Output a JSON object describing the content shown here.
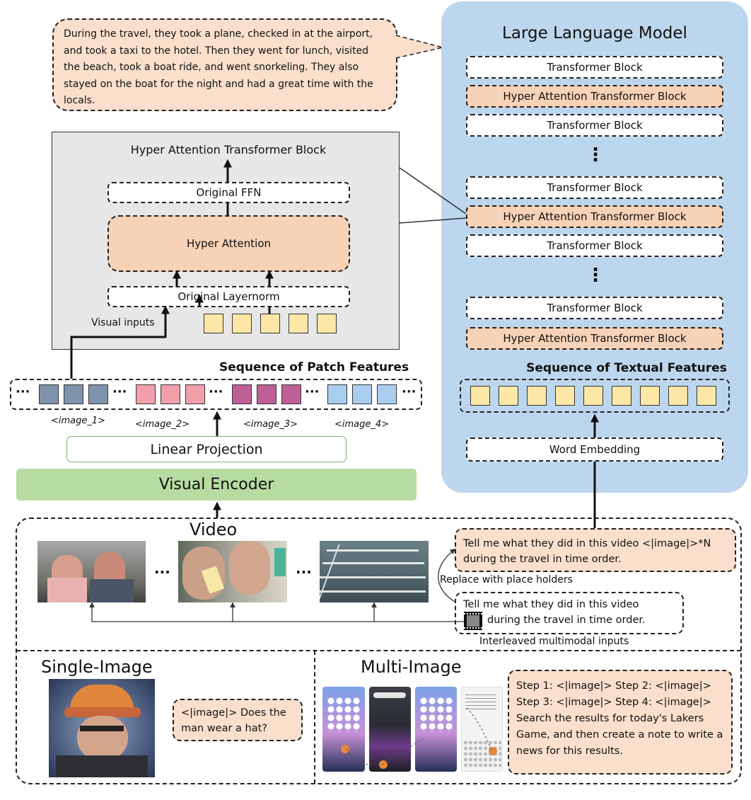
{
  "bubble_text": "During the travel, they took a plane, checked in at the airport, and took a taxi to the hotel. Then they went for lunch, visited the beach, took a boat ride, and went snorkeling. They also stayed on the boat for the night and had a great time with the locals.",
  "llm": {
    "title": "Large Language Model",
    "blocks": [
      {
        "label": "Transformer Block"
      },
      {
        "label": "Hyper Attention Transformer Block"
      },
      {
        "label": "Transformer Block"
      },
      {
        "label": "Transformer Block"
      },
      {
        "label": "Hyper Attention Transformer Block"
      },
      {
        "label": "Transformer Block"
      },
      {
        "label": "Transformer Block"
      },
      {
        "label": "Hyper Attention Transformer Block"
      }
    ],
    "ellipsis": "⋮",
    "seq_title": "Sequence of Textual Features",
    "word_embedding": "Word Embedding"
  },
  "hyper_panel": {
    "title": "Hyper Attention Transformer Block",
    "ffn": "Original FFN",
    "attn": "Hyper Attention",
    "layernorm": "Original Layernorm",
    "visual_inputs": "Visual inputs"
  },
  "patch": {
    "title": "Sequence of Patch Features",
    "dots": "···",
    "captions": [
      "<image_1>",
      "<image_2>",
      "<image_3>",
      "<image_4>"
    ]
  },
  "linear_projection": "Linear Projection",
  "visual_encoder": "Visual Encoder",
  "video": {
    "title": "Video",
    "ellipsis": "···",
    "prompt_placeholder": "Tell me what they did in this video <|image|>*N during the travel in time order.",
    "replace_label": "Replace with place holders",
    "prompt_raw_line1": "Tell me what they did in this video",
    "prompt_raw_line2": "during the travel in time order.",
    "interleaved_label": "Interleaved multimodal inputs"
  },
  "single_image": {
    "title": "Single-Image",
    "prompt": "<|image|> Does the man wear a hat?"
  },
  "multi_image": {
    "title": "Multi-Image",
    "prompt": "Step 1: <|image|> Step 2: <|image|> Step 3: <|image|> Step 4: <|image|> Search the results for today's Lakers Game, and then create a note to write a news for this results."
  },
  "colors": {
    "llm_bg": "#bcd6ed",
    "panel_bg": "#e7e7e7",
    "peach": "#f9dfcc",
    "hyper": "#f7d2b6",
    "token": "#fde7a6",
    "green": "#b7dca1",
    "img1": "#7f93ac",
    "img2": "#f19fab",
    "img3": "#bf5f96",
    "img4": "#a9cdee"
  }
}
